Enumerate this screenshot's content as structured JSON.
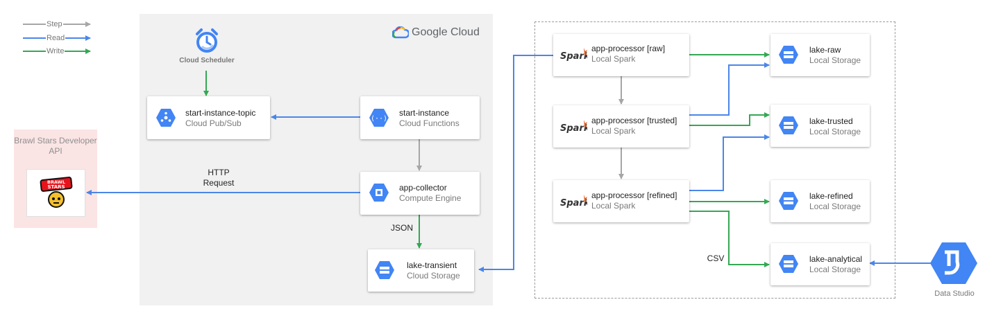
{
  "legend": {
    "step": "Step",
    "read": "Read",
    "write": "Write"
  },
  "colors": {
    "step": "#a6a6a6",
    "read": "#4a86e8",
    "write": "#34a853",
    "gcp_blue": "#4285f4",
    "api_panel": "#fbe4e4",
    "gcp_panel": "#f1f1f1"
  },
  "gcp": {
    "brand": "Google Cloud",
    "scheduler_label": "Cloud Scheduler"
  },
  "api": {
    "title": "Brawl Stars Developer API",
    "logo_line1": "BRAWL",
    "logo_line2": "STARS"
  },
  "nodes": {
    "pubsub": {
      "name": "start-instance-topic",
      "type": "Cloud Pub/Sub",
      "icon": "pubsub-icon"
    },
    "functions": {
      "name": "start-instance",
      "type": "Cloud Functions",
      "icon": "functions-icon"
    },
    "collector": {
      "name": "app-collector",
      "type": "Compute Engine",
      "icon": "compute-icon"
    },
    "transient": {
      "name": "lake-transient",
      "type": "Cloud Storage",
      "icon": "storage-icon"
    },
    "proc_raw": {
      "name": "app-processor [raw]",
      "type": "Local Spark",
      "icon": "spark-icon"
    },
    "proc_trusted": {
      "name": "app-processor [trusted]",
      "type": "Local Spark",
      "icon": "spark-icon"
    },
    "proc_refined": {
      "name": "app-processor [refined]",
      "type": "Local Spark",
      "icon": "spark-icon"
    },
    "lake_raw": {
      "name": "lake-raw",
      "type": "Local Storage",
      "icon": "storage-icon"
    },
    "lake_trusted": {
      "name": "lake-trusted",
      "type": "Local Storage",
      "icon": "storage-icon"
    },
    "lake_refined": {
      "name": "lake-refined",
      "type": "Local Storage",
      "icon": "storage-icon"
    },
    "lake_analytical": {
      "name": "lake-analytical",
      "type": "Local Storage",
      "icon": "storage-icon"
    }
  },
  "data_studio": {
    "label": "Data Studio"
  },
  "edge_labels": {
    "http_line1": "HTTP",
    "http_line2": "Request",
    "json": "JSON",
    "csv": "CSV"
  },
  "edges": [
    {
      "from": "Cloud Scheduler",
      "to": "start-instance-topic",
      "kind": "write"
    },
    {
      "from": "start-instance",
      "to": "start-instance-topic",
      "kind": "read"
    },
    {
      "from": "start-instance",
      "to": "app-collector",
      "kind": "step"
    },
    {
      "from": "app-collector",
      "to": "Brawl Stars Developer API",
      "kind": "read"
    },
    {
      "from": "app-collector",
      "to": "lake-transient",
      "kind": "write"
    },
    {
      "from": "app-processor [raw]",
      "to": "lake-transient",
      "kind": "read"
    },
    {
      "from": "app-processor [raw]",
      "to": "lake-raw",
      "kind": "write"
    },
    {
      "from": "app-processor [raw]",
      "to": "app-processor [trusted]",
      "kind": "step"
    },
    {
      "from": "app-processor [trusted]",
      "to": "lake-raw",
      "kind": "read"
    },
    {
      "from": "app-processor [trusted]",
      "to": "lake-trusted",
      "kind": "write"
    },
    {
      "from": "app-processor [trusted]",
      "to": "app-processor [refined]",
      "kind": "step"
    },
    {
      "from": "app-processor [refined]",
      "to": "lake-trusted",
      "kind": "read"
    },
    {
      "from": "app-processor [refined]",
      "to": "lake-refined",
      "kind": "write"
    },
    {
      "from": "app-processor [refined]",
      "to": "lake-analytical",
      "kind": "write"
    },
    {
      "from": "Data Studio",
      "to": "lake-analytical",
      "kind": "read"
    }
  ]
}
